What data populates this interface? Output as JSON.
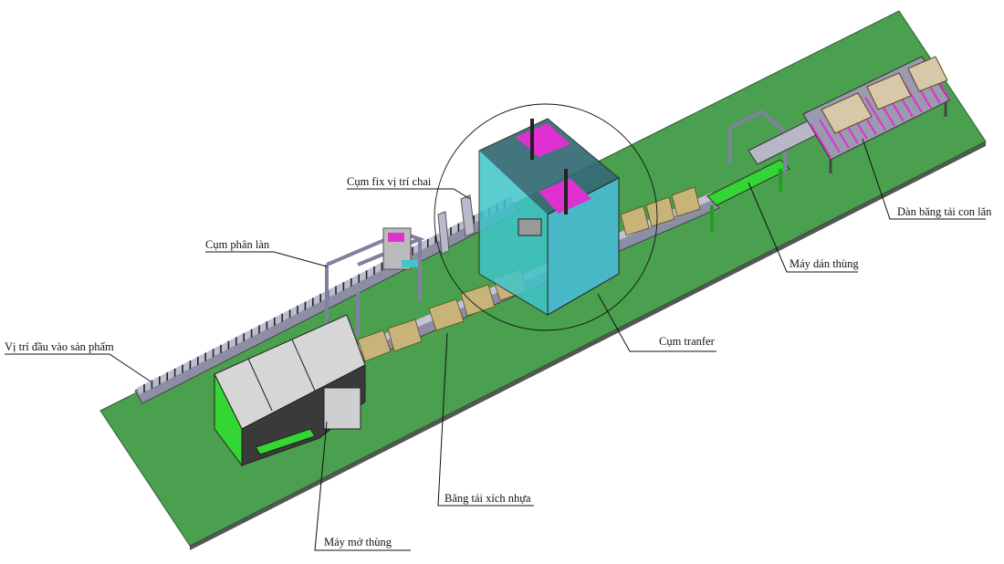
{
  "diagram": {
    "colors": {
      "floor": "#4aa04e",
      "floor_edge": "#555555",
      "frame": "#a9a9c2",
      "machine_panel": "#d3d3d3",
      "glass": "#3fc5c9",
      "accent": "#e030d0",
      "carton": "#c8b478",
      "machine_green": "#33d633"
    },
    "labels": [
      {
        "id": "bottle-fix",
        "text": "Cụm fix vị trí chai"
      },
      {
        "id": "lane-divider",
        "text": "Cụm phân làn"
      },
      {
        "id": "product-input",
        "text": "Vị trí đầu vào sản phẩm"
      },
      {
        "id": "case-erector",
        "text": "Máy mở thùng"
      },
      {
        "id": "plastic-chain-conveyor",
        "text": "Băng tải xích nhựa"
      },
      {
        "id": "transfer-unit",
        "text": "Cụm tranfer"
      },
      {
        "id": "case-sealer",
        "text": "Máy dán thùng"
      },
      {
        "id": "roller-conveyor",
        "text": "Dàn băng tải con lăn"
      }
    ]
  }
}
